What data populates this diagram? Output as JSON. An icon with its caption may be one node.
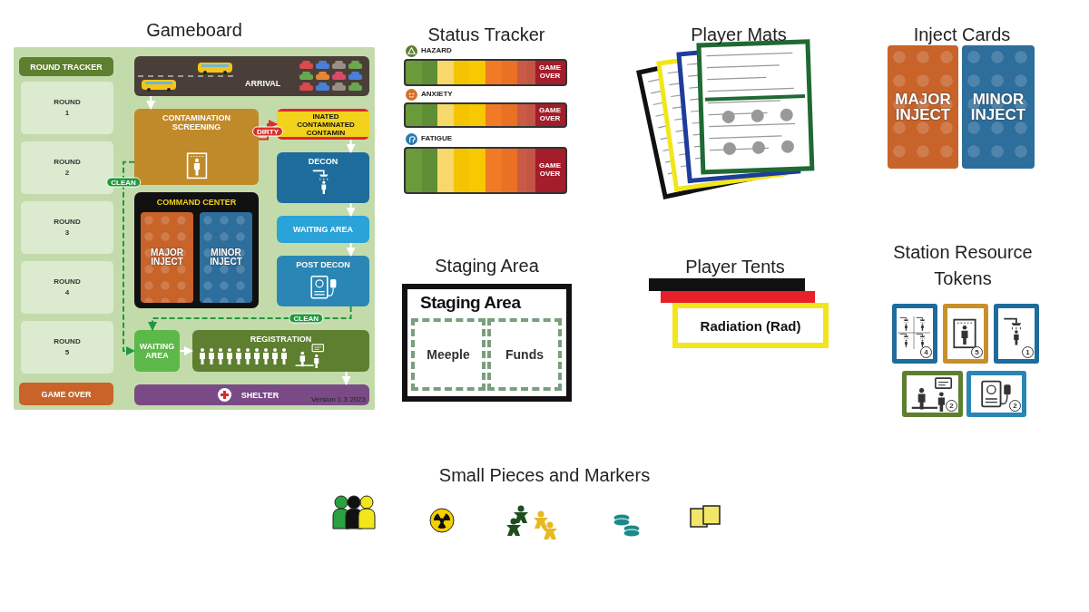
{
  "diagram": {
    "nodes": [
      {
        "text": [
          "Gameboard"
        ]
      },
      {
        "text": [
          "ROUND TRACKER"
        ],
        "in": 0
      },
      {
        "text": [
          "ROUND 1"
        ],
        "in": 0
      },
      {
        "text": [
          "ROUND 2"
        ],
        "in": 0
      },
      {
        "text": [
          "ROUND 3"
        ],
        "in": 0
      },
      {
        "text": [
          "ROUND 4"
        ],
        "in": 0
      },
      {
        "text": [
          "ROUND 5"
        ],
        "in": 0
      },
      {
        "text": [
          "GAME OVER"
        ],
        "in": 0
      },
      {
        "text": [
          "ARRIVAL"
        ],
        "in": 0
      },
      {
        "text": [
          "CONTAMINATION SCREENING"
        ],
        "in": 0
      },
      {
        "text": [
          "INATED",
          "CONTAMINATED",
          "CONTAMIN"
        ],
        "in": 0
      },
      {
        "text": [
          "DECON"
        ],
        "in": 0
      },
      {
        "text": [
          "WAITING AREA"
        ],
        "in": 0
      },
      {
        "text": [
          "POST DECON"
        ],
        "in": 0
      },
      {
        "text": [
          "COMMAND CENTER"
        ],
        "in": 0
      },
      {
        "text": [
          "MAJOR INJECT"
        ],
        "in": 14
      },
      {
        "text": [
          "MINOR INJECT"
        ],
        "in": 14
      },
      {
        "text": [
          "WAITING AREA"
        ],
        "in": 0
      },
      {
        "text": [
          "REGISTRATION"
        ],
        "in": 0
      },
      {
        "text": [
          "SHELTER",
          "Version 1.3 2023"
        ],
        "in": 0
      },
      {
        "text": [
          "HAZARD",
          "GAME OVER"
        ]
      },
      {
        "text": [
          "ANXIETY",
          "GAME OVER"
        ]
      },
      {
        "text": [
          "FATIGUE",
          "GAME OVER"
        ]
      },
      {
        "text": [
          "MAJOR INJECT"
        ]
      },
      {
        "text": [
          "MINOR INJECT"
        ]
      },
      {
        "text": [
          "Staging Area",
          "Staging Area"
        ]
      },
      {
        "text": [
          "Meeple"
        ],
        "in": 25
      },
      {
        "text": [
          "Funds"
        ],
        "in": 25
      },
      {
        "text": [],
        "shape": "box"
      },
      {
        "text": [],
        "shape": "box"
      },
      {
        "text": [
          "Radiation (Rad)"
        ]
      },
      {
        "text": [
          "4"
        ]
      },
      {
        "text": [
          "5"
        ]
      },
      {
        "text": [
          "1"
        ]
      },
      {
        "text": [
          "2"
        ]
      },
      {
        "text": [
          "2"
        ]
      }
    ],
    "edges": [
      {
        "from": 8,
        "to": 9,
        "arrow": "to"
      },
      {
        "from": 9,
        "to": 10,
        "arrow": "to",
        "label": "DIRTY",
        "color": "#d8302a"
      },
      {
        "from": 9,
        "to": 17,
        "arrow": "to",
        "label": "CLEAN",
        "style": "dashed",
        "color": "#1f9a3c"
      },
      {
        "from": 10,
        "to": 11,
        "arrow": "to"
      },
      {
        "from": 11,
        "to": 12,
        "arrow": "to"
      },
      {
        "from": 12,
        "to": 13,
        "arrow": "to"
      },
      {
        "from": 13,
        "to": 17,
        "arrow": "to",
        "label": "CLEAN",
        "style": "dashed",
        "color": "#1f9a3c"
      },
      {
        "from": 17,
        "to": 18,
        "arrow": "to"
      },
      {
        "from": 18,
        "to": 19,
        "arrow": "to"
      }
    ],
    "labels": [
      "Status Tracker",
      "Player Mats",
      "Inject Cards",
      "Player Tents",
      "Station Resource Tokens",
      "Small Pieces and Markers"
    ]
  }
}
